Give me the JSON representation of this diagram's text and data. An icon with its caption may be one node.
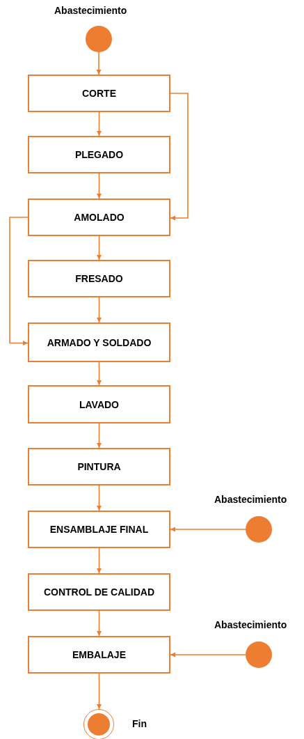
{
  "diagram": {
    "nodes": [
      {
        "text": [],
        "shape": "circle",
        "beside": [
          "Abastecimiento"
        ]
      },
      {
        "text": [
          "CORTE"
        ]
      },
      {
        "text": [
          "PLEGADO"
        ]
      },
      {
        "text": [
          "AMOLADO"
        ]
      },
      {
        "text": [
          "FRESADO"
        ]
      },
      {
        "text": [
          "ARMADO Y SOLDADO"
        ]
      },
      {
        "text": [
          "LAVADO"
        ]
      },
      {
        "text": [
          "PINTURA"
        ]
      },
      {
        "text": [
          "ENSAMBLAJE FINAL"
        ]
      },
      {
        "text": [],
        "shape": "circle",
        "beside": [
          "Abastecimiento"
        ]
      },
      {
        "text": [
          "CONTROL DE CALIDAD"
        ]
      },
      {
        "text": [
          "EMBALAJE"
        ]
      },
      {
        "text": [],
        "shape": "circle",
        "beside": [
          "Abastecimiento"
        ]
      },
      {
        "text": [],
        "shape": "circle",
        "beside": [
          "Fin"
        ]
      }
    ],
    "edges": [
      {
        "from": 0,
        "to": 1,
        "arrow": "to"
      },
      {
        "from": 1,
        "to": 2,
        "arrow": "to"
      },
      {
        "from": 1,
        "to": 3,
        "arrow": "to"
      },
      {
        "from": 2,
        "to": 3,
        "arrow": "to"
      },
      {
        "from": 3,
        "to": 4,
        "arrow": "to"
      },
      {
        "from": 3,
        "to": 5,
        "arrow": "to"
      },
      {
        "from": 4,
        "to": 5,
        "arrow": "to"
      },
      {
        "from": 5,
        "to": 6,
        "arrow": "to"
      },
      {
        "from": 6,
        "to": 7,
        "arrow": "to"
      },
      {
        "from": 7,
        "to": 8,
        "arrow": "to"
      },
      {
        "from": 9,
        "to": 8,
        "arrow": "to"
      },
      {
        "from": 8,
        "to": 10,
        "arrow": "to"
      },
      {
        "from": 10,
        "to": 11,
        "arrow": "to"
      },
      {
        "from": 12,
        "to": 11,
        "arrow": "to"
      },
      {
        "from": 11,
        "to": 13,
        "arrow": "to"
      }
    ]
  }
}
